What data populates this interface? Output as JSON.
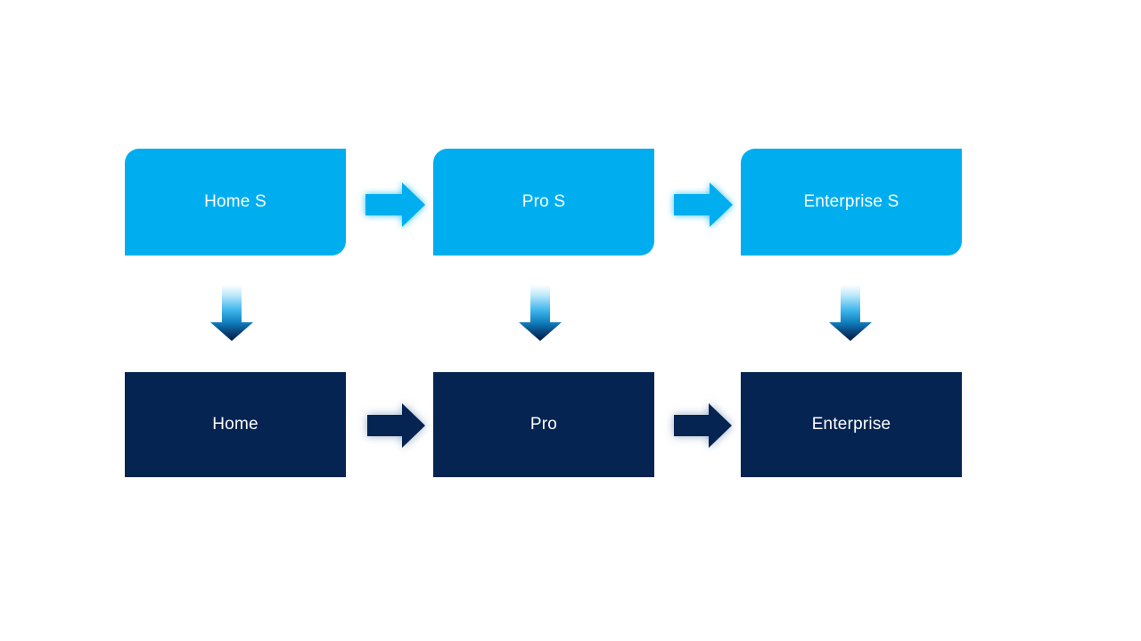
{
  "diagram": {
    "type": "flow",
    "background": "#ffffff",
    "colors": {
      "top_box_fill": "#00AEF0",
      "bottom_box_fill": "#052452",
      "box_text": "#ffffff",
      "light_arrow_fill": "#00AEF0",
      "light_arrow_glow": "#7FD6F7",
      "dark_arrow_fill": "#052452",
      "dark_arrow_glow": "#8FA3C0",
      "down_arrow_gradient_top": "#FFFFFF",
      "down_arrow_gradient_mid": "#3FB6ED",
      "down_arrow_gradient_bottom": "#031D44"
    },
    "top_row": [
      {
        "label": "Home S"
      },
      {
        "label": "Pro S"
      },
      {
        "label": "Enterprise S"
      }
    ],
    "bottom_row": [
      {
        "label": "Home"
      },
      {
        "label": "Pro"
      },
      {
        "label": "Enterprise"
      }
    ]
  }
}
